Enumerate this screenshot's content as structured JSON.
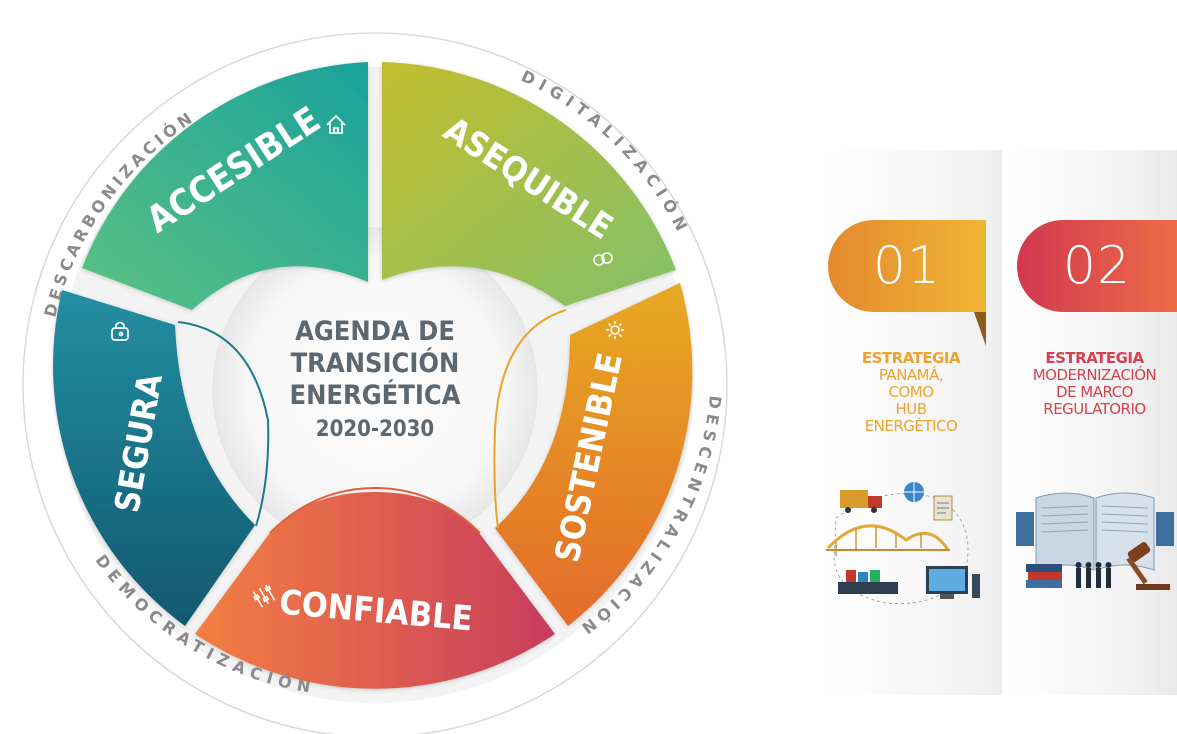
{
  "center": {
    "line1": "AGENDA DE",
    "line2": "TRANSICIÓN",
    "line3": "ENERGÉTICA",
    "years": "2020-2030"
  },
  "segments": [
    {
      "id": "accesible",
      "label": "ACCESIBLE",
      "icon": "home-icon",
      "colors": [
        "#1aa29c",
        "#5cc183"
      ]
    },
    {
      "id": "asequible",
      "label": "ASEQUIBLE",
      "icon": "people-icon",
      "colors": [
        "#c3be2e",
        "#82c06a"
      ]
    },
    {
      "id": "sostenible",
      "label": "SOSTENIBLE",
      "icon": "gear-icon",
      "colors": [
        "#e6aa22",
        "#e46b2a"
      ]
    },
    {
      "id": "confiable",
      "label": "CONFIABLE",
      "icon": "sliders-icon",
      "colors": [
        "#f47f42",
        "#c83d5c"
      ]
    },
    {
      "id": "segura",
      "label": "SEGURA",
      "icon": "lock-icon",
      "colors": [
        "#238fa2",
        "#11586f"
      ]
    }
  ],
  "ring_labels": {
    "descarbonizacion": "DESCARBONIZACIÓN",
    "digitalizacion": "DIGITALIZACIÓN",
    "descentralizacion": "DESCENTRALIZACIÓN",
    "democratizacion": "DEMOCRATIZACIÓN"
  },
  "strategies": [
    {
      "number": "01",
      "heading": "ESTRATEGIA",
      "lines": [
        "PANAMÁ,",
        "COMO",
        "HUB",
        "ENERGÉTICO"
      ],
      "color": "#eea32f",
      "illustration": "logistics-hub-illustration"
    },
    {
      "number": "02",
      "heading": "ESTRATEGIA",
      "lines": [
        "MODERNIZACIÓN",
        "DE MARCO",
        "REGULATORIO"
      ],
      "color": "#d6404f",
      "illustration": "regulation-book-illustration"
    }
  ]
}
